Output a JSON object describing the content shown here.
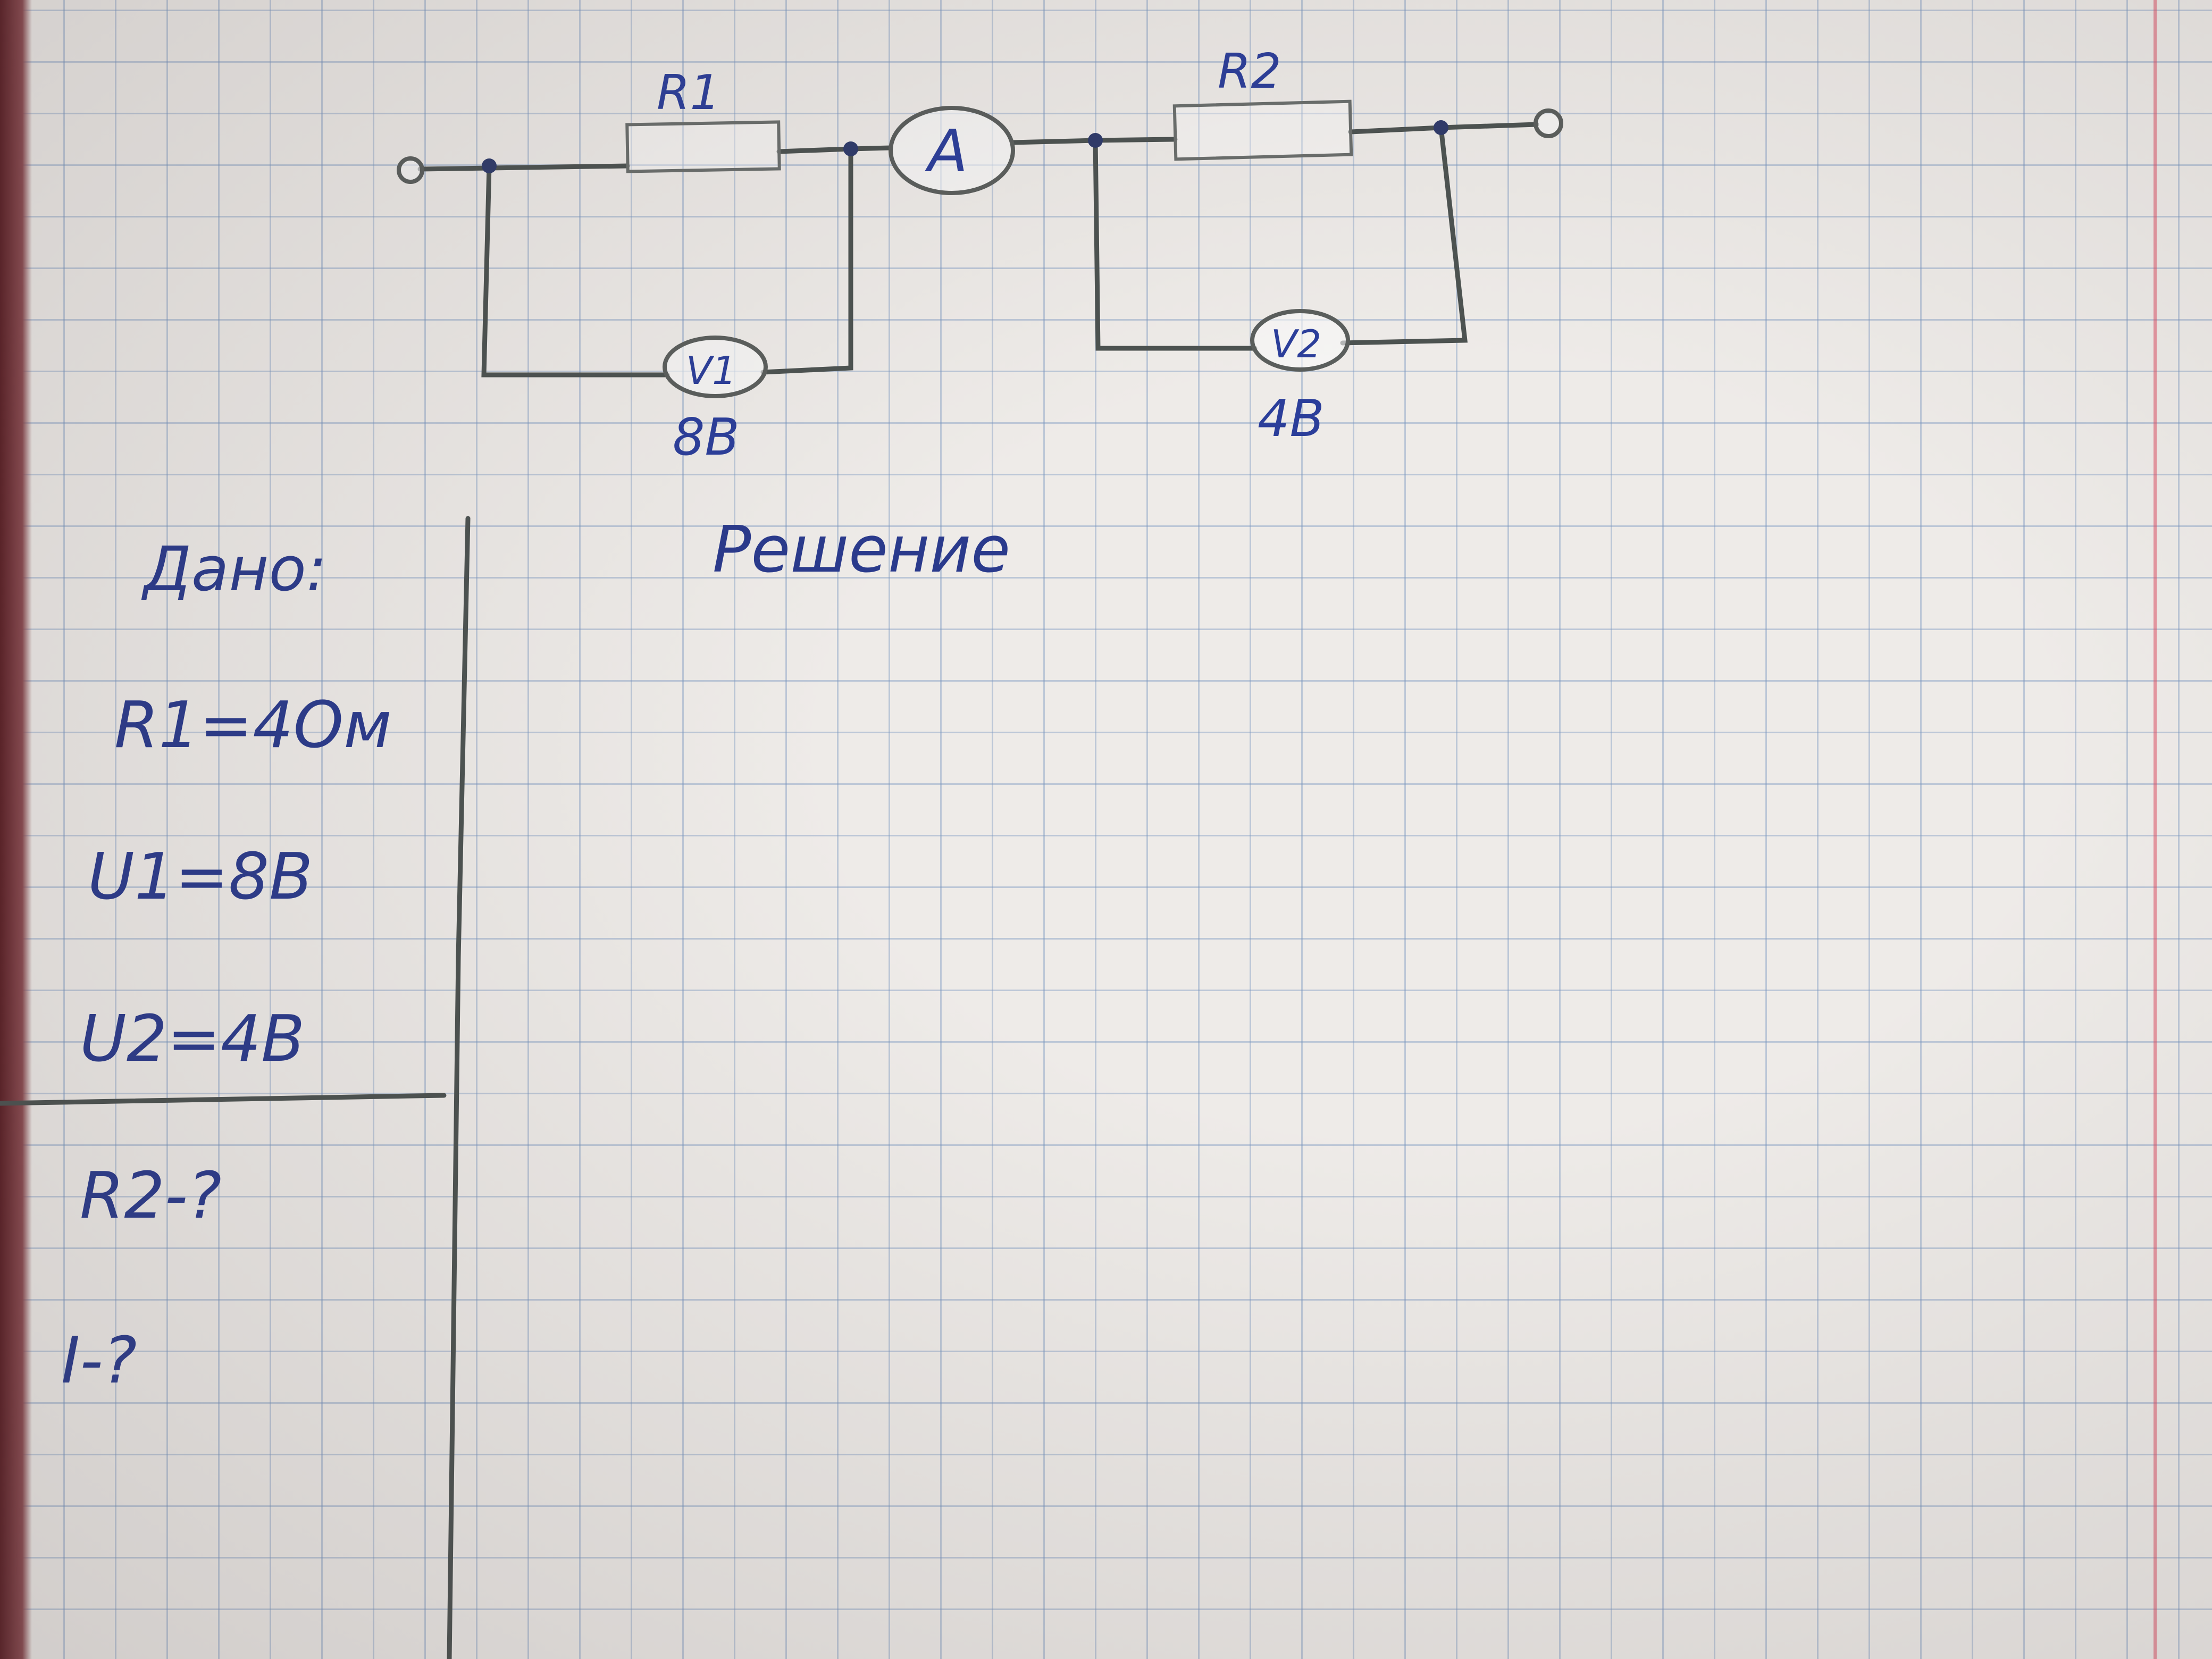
{
  "circuit": {
    "r1_label": "R1",
    "r2_label": "R2",
    "ammeter_label": "A",
    "v1_label": "V1",
    "v2_label": "V2",
    "v1_reading": "8В",
    "v2_reading": "4В"
  },
  "given": {
    "heading": "Дано:",
    "r1": "R1=4Ом",
    "u1": "U1=8В",
    "u2": "U2=4В",
    "find_r2": "R2-?",
    "find_i": "I-?"
  },
  "solution": {
    "heading": "Решение"
  },
  "colors": {
    "ink": "#2b3e9a",
    "pencil": "#4c5250",
    "grid": "#7896be"
  }
}
